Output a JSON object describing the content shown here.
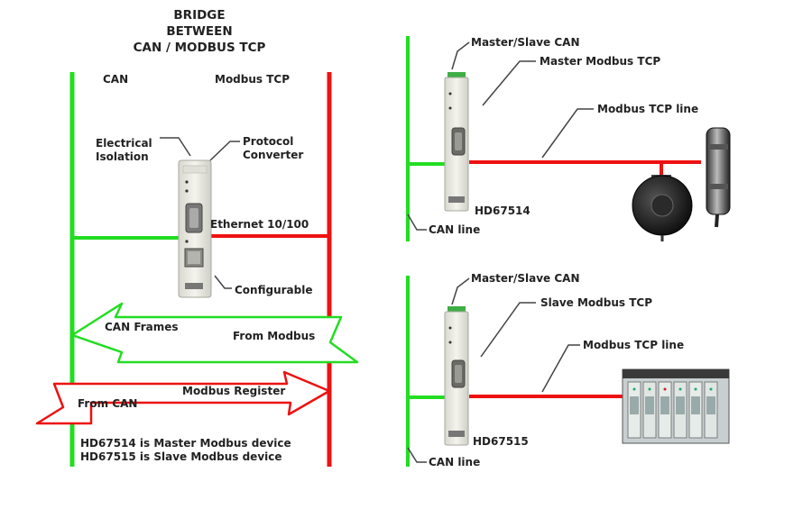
{
  "title": {
    "line1": "BRIDGE",
    "line2": "BETWEEN",
    "line3": "CAN / MODBUS TCP"
  },
  "left_panel": {
    "bus_can": "CAN",
    "bus_modbus": "Modbus TCP",
    "electrical_isolation_1": "Electrical",
    "electrical_isolation_2": "Isolation",
    "protocol_converter_1": "Protocol",
    "protocol_converter_2": "Converter",
    "ethernet": "Ethernet 10/100",
    "configurable": "Configurable",
    "can_frames": "CAN Frames",
    "from_modbus": "From Modbus",
    "from_can": "From CAN",
    "modbus_register": "Modbus Register",
    "note_1": "HD67514 is Master Modbus device",
    "note_2": "HD67515 is Slave Modbus device"
  },
  "top_right": {
    "master_slave_can": "Master/Slave CAN",
    "master_modbus_tcp": "Master Modbus TCP",
    "modbus_tcp_line": "Modbus TCP line",
    "model": "HD67514",
    "can_line": "CAN line"
  },
  "bottom_right": {
    "master_slave_can": "Master/Slave CAN",
    "slave_modbus_tcp": "Slave Modbus TCP",
    "modbus_tcp_line": "Modbus TCP line",
    "model": "HD67515",
    "can_line": "CAN line"
  },
  "colors": {
    "can_bus": "#22dd22",
    "modbus_bus": "#ee1111",
    "device_body": "#e8e8e2",
    "text": "#222222"
  }
}
